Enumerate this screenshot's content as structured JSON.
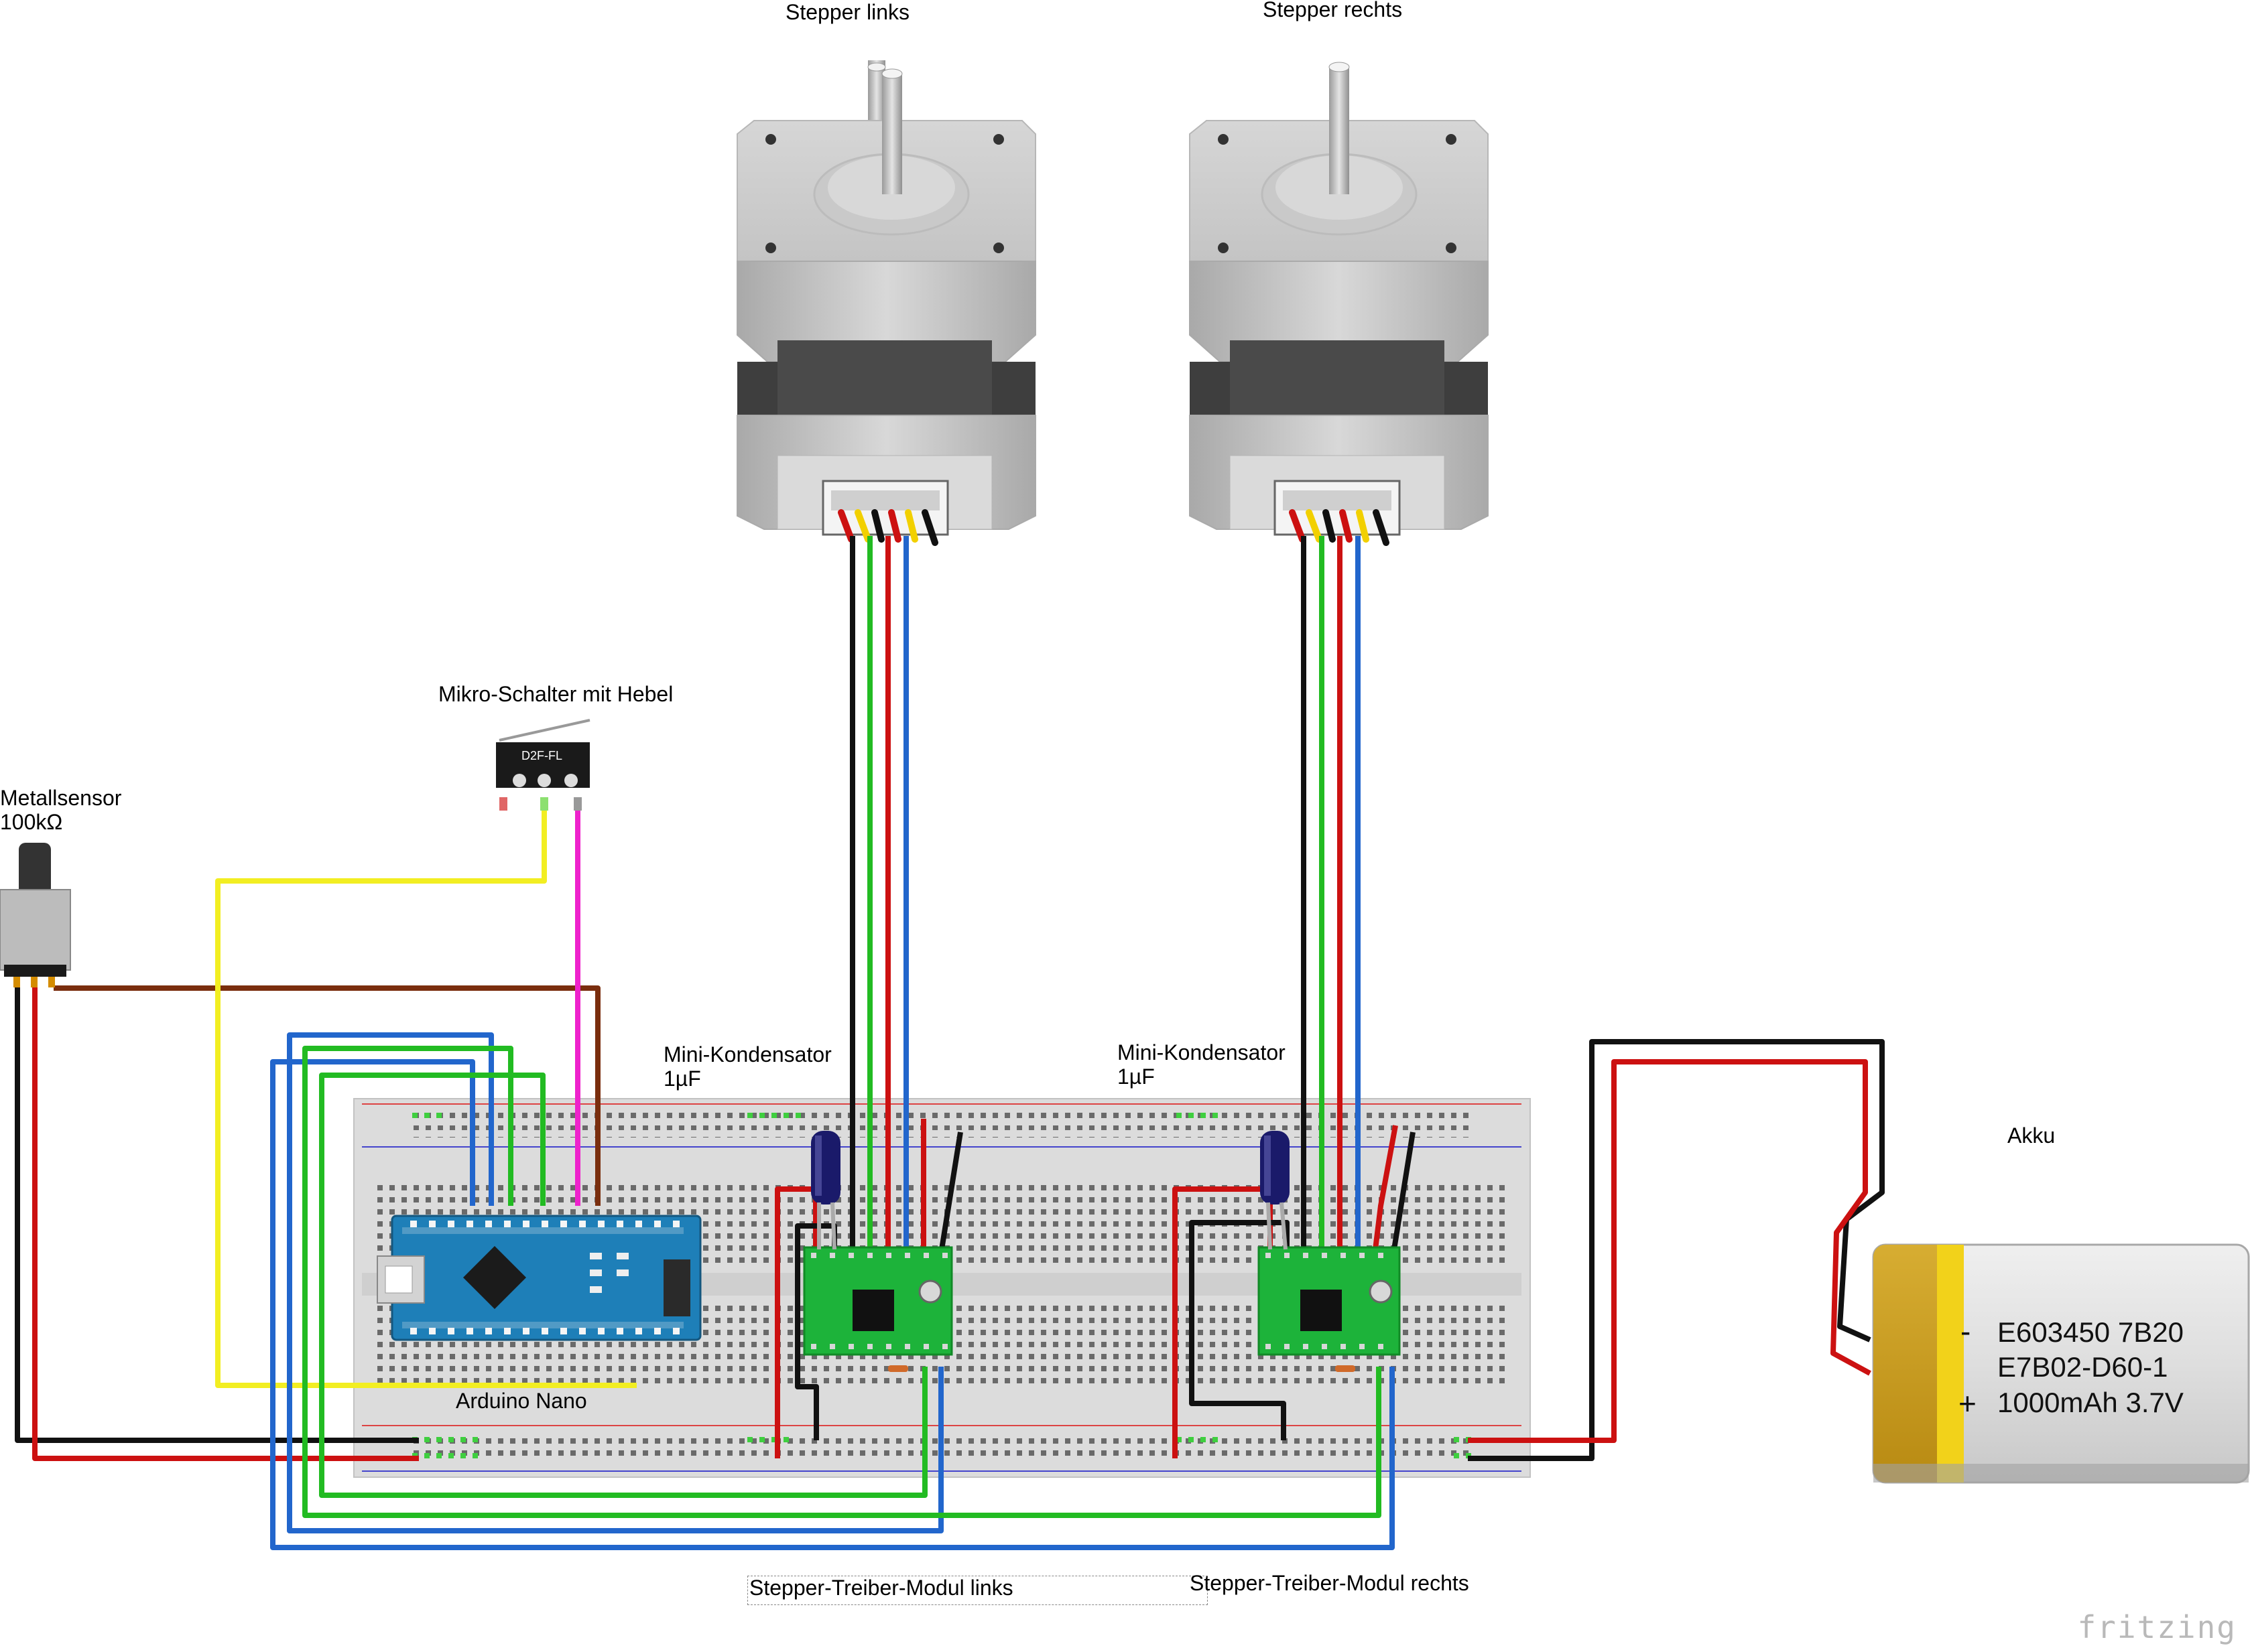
{
  "labels": {
    "stepper_left": "Stepper links",
    "stepper_right": "Stepper rechts",
    "microswitch": "Mikro-Schalter mit Hebel",
    "metal_sensor_line1": "Metallsensor",
    "metal_sensor_line2": "100kΩ",
    "capacitor_left_line1": "Mini-Kondensator",
    "capacitor_left_line2": "1µF",
    "capacitor_right_line1": "Mini-Kondensator",
    "capacitor_right_line2": "1µF",
    "arduino": "Arduino Nano",
    "driver_left": "Stepper-Treiber-Modul links",
    "driver_right": "Stepper-Treiber-Modul rechts",
    "battery": "Akku",
    "watermark": "fritzing"
  },
  "switch_marking": "D2F-FL",
  "battery_print": {
    "line1": "E603450 7B20",
    "line2": "E7B02-D60-1",
    "line3": "1000mAh 3.7V",
    "minus": "-",
    "plus": "+"
  },
  "colors": {
    "wire_red": "#cc1111",
    "wire_black": "#111111",
    "wire_green": "#22bb22",
    "wire_blue": "#2266cc",
    "wire_yellow": "#f2ee22",
    "wire_magenta": "#ee22cc",
    "wire_brown": "#7a2e0e",
    "arduino_board": "#1e7fb8",
    "driver_board": "#1db33a",
    "battery_gold": "#c89b1c",
    "battery_silver": "#dcdcdc"
  }
}
